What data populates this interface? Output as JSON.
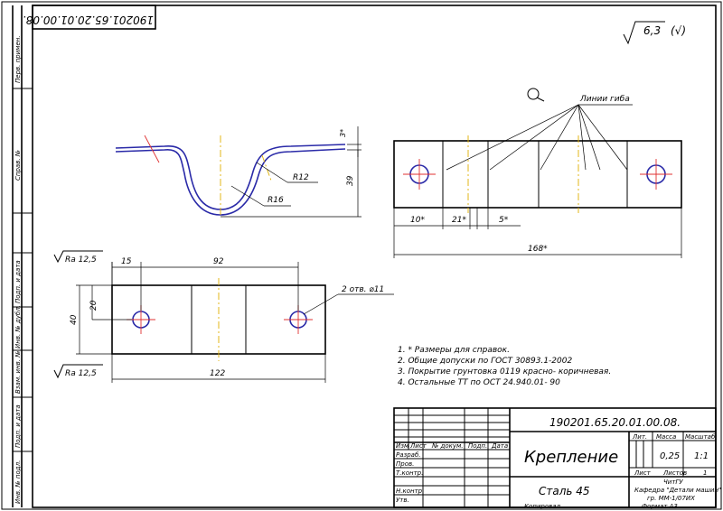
{
  "frame": {
    "top_stamp": "190201.65.20.01.00.08.",
    "left_strip": [
      "Перв. примен.",
      "Справ. №",
      "Подп. и дата",
      "Инв. № дубл.",
      "Взам. инв. №",
      "Подп. и дата",
      "Инв. № подл."
    ]
  },
  "roughness": {
    "general": "6,3",
    "general_suffix": "(√)",
    "top": "Ra 12,5",
    "bottom": "Ra 12,5"
  },
  "profile_view": {
    "labels": {
      "r_outer": "R12",
      "r_inner": "R16",
      "thickness": "3*",
      "height": "39"
    }
  },
  "top_view": {
    "bend_lines_label": "Линии гиба",
    "dims": {
      "d10": "10*",
      "d21": "21*",
      "d5": "5*",
      "d168": "168*"
    }
  },
  "plan_view": {
    "dims": {
      "d15": "15",
      "d92": "92",
      "d122": "122",
      "d40": "40",
      "d20": "20",
      "holes": "2 отв. ⌀11"
    }
  },
  "notes": [
    "1. * Размеры для справок.",
    "2. Общие допуски по ГОСТ 30893.1-2002",
    "3. Покрытие грунтовка 0119 красно- коричневая.",
    "4. Остальные ТТ по ОСТ 24.940.01- 90"
  ],
  "title_block": {
    "designation": "190201.65.20.01.00.08.",
    "name": "Крепление",
    "material": "Сталь 45",
    "col_lit": "Лит.",
    "col_mass": "Масса",
    "col_scale": "Масштаб",
    "mass": "0,25",
    "scale": "1:1",
    "sheet_label": "Лист",
    "sheets_label": "Листов",
    "sheets": "1",
    "org_lines": [
      "ЧитГУ",
      "Кафедра \"Детали машин\"",
      "гр. ММ-1/07ИХ"
    ],
    "row_labels": [
      "Изм",
      "Лист",
      "№ докум.",
      "Подп.",
      "Дата"
    ],
    "roles": [
      "Разраб.",
      "Пров.",
      "Т.контр.",
      "Н.контр.",
      "Утв."
    ],
    "copied": "Копировал",
    "format": "Формат А3"
  }
}
